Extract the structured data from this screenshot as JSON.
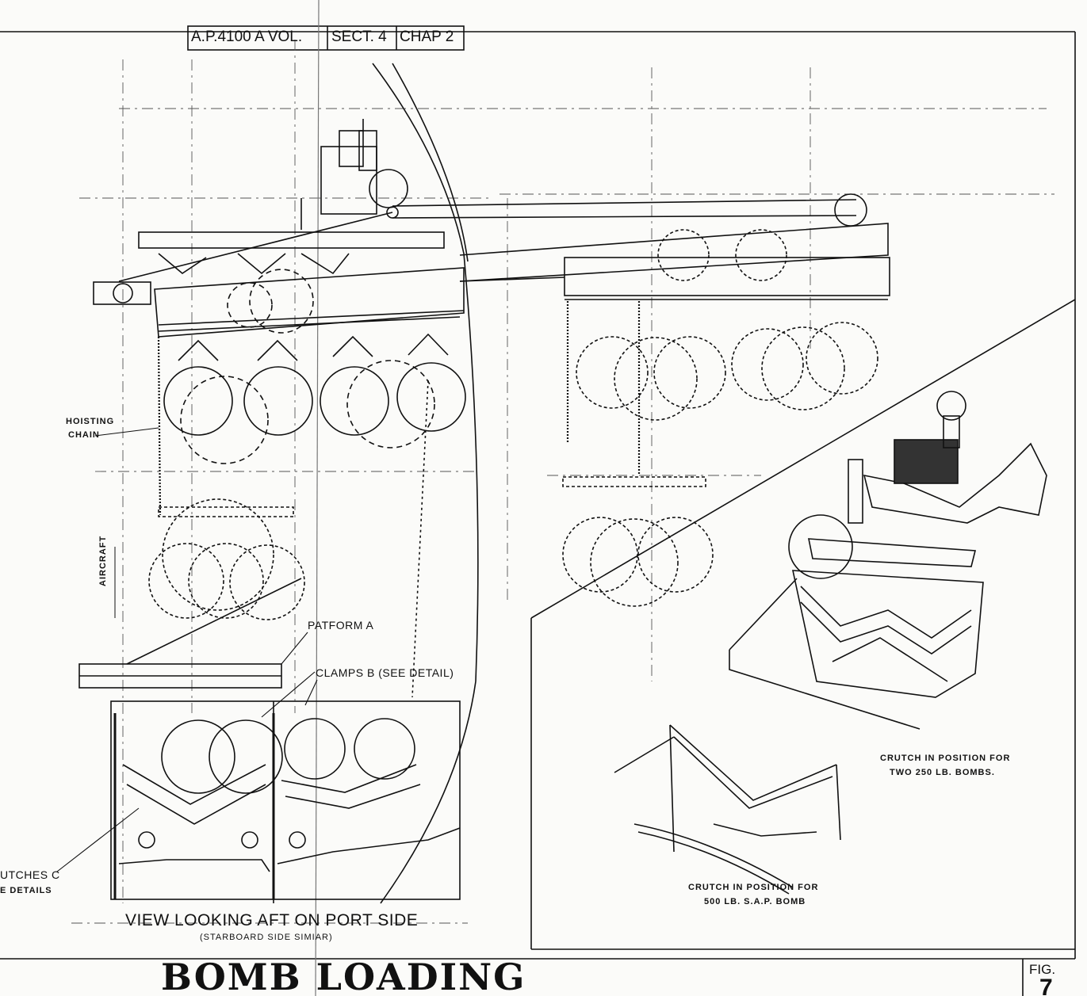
{
  "header": {
    "doc_ref": "A.P.4100 A VOL.",
    "section": "SECT. 4",
    "chapter": "CHAP 2"
  },
  "labels": {
    "hoisting_chain_1": "HOISTING",
    "hoisting_chain_2": "CHAIN",
    "aircraft_centerline": "AIRCRAFT",
    "platform_a": "PATFORM A",
    "clamps_b": "CLAMPS B (SEE DETAIL)",
    "crutches_c_1": "UTCHES C",
    "crutches_c_2": "E DETAILS",
    "view_caption": "VIEW LOOKING AFT ON PORT SIDE",
    "view_subcaption": "(STARBOARD SIDE SIMIAR)",
    "crutch_two_1": "CRUTCH IN POSITION FOR",
    "crutch_two_2": "TWO 250 LB. BOMBS.",
    "crutch_500_1": "CRUTCH IN POSITION FOR",
    "crutch_500_2": "500 LB. S.A.P. BOMB"
  },
  "footer": {
    "title": "BOMB LOADING",
    "fig_label": "FIG.",
    "fig_number": "7"
  }
}
